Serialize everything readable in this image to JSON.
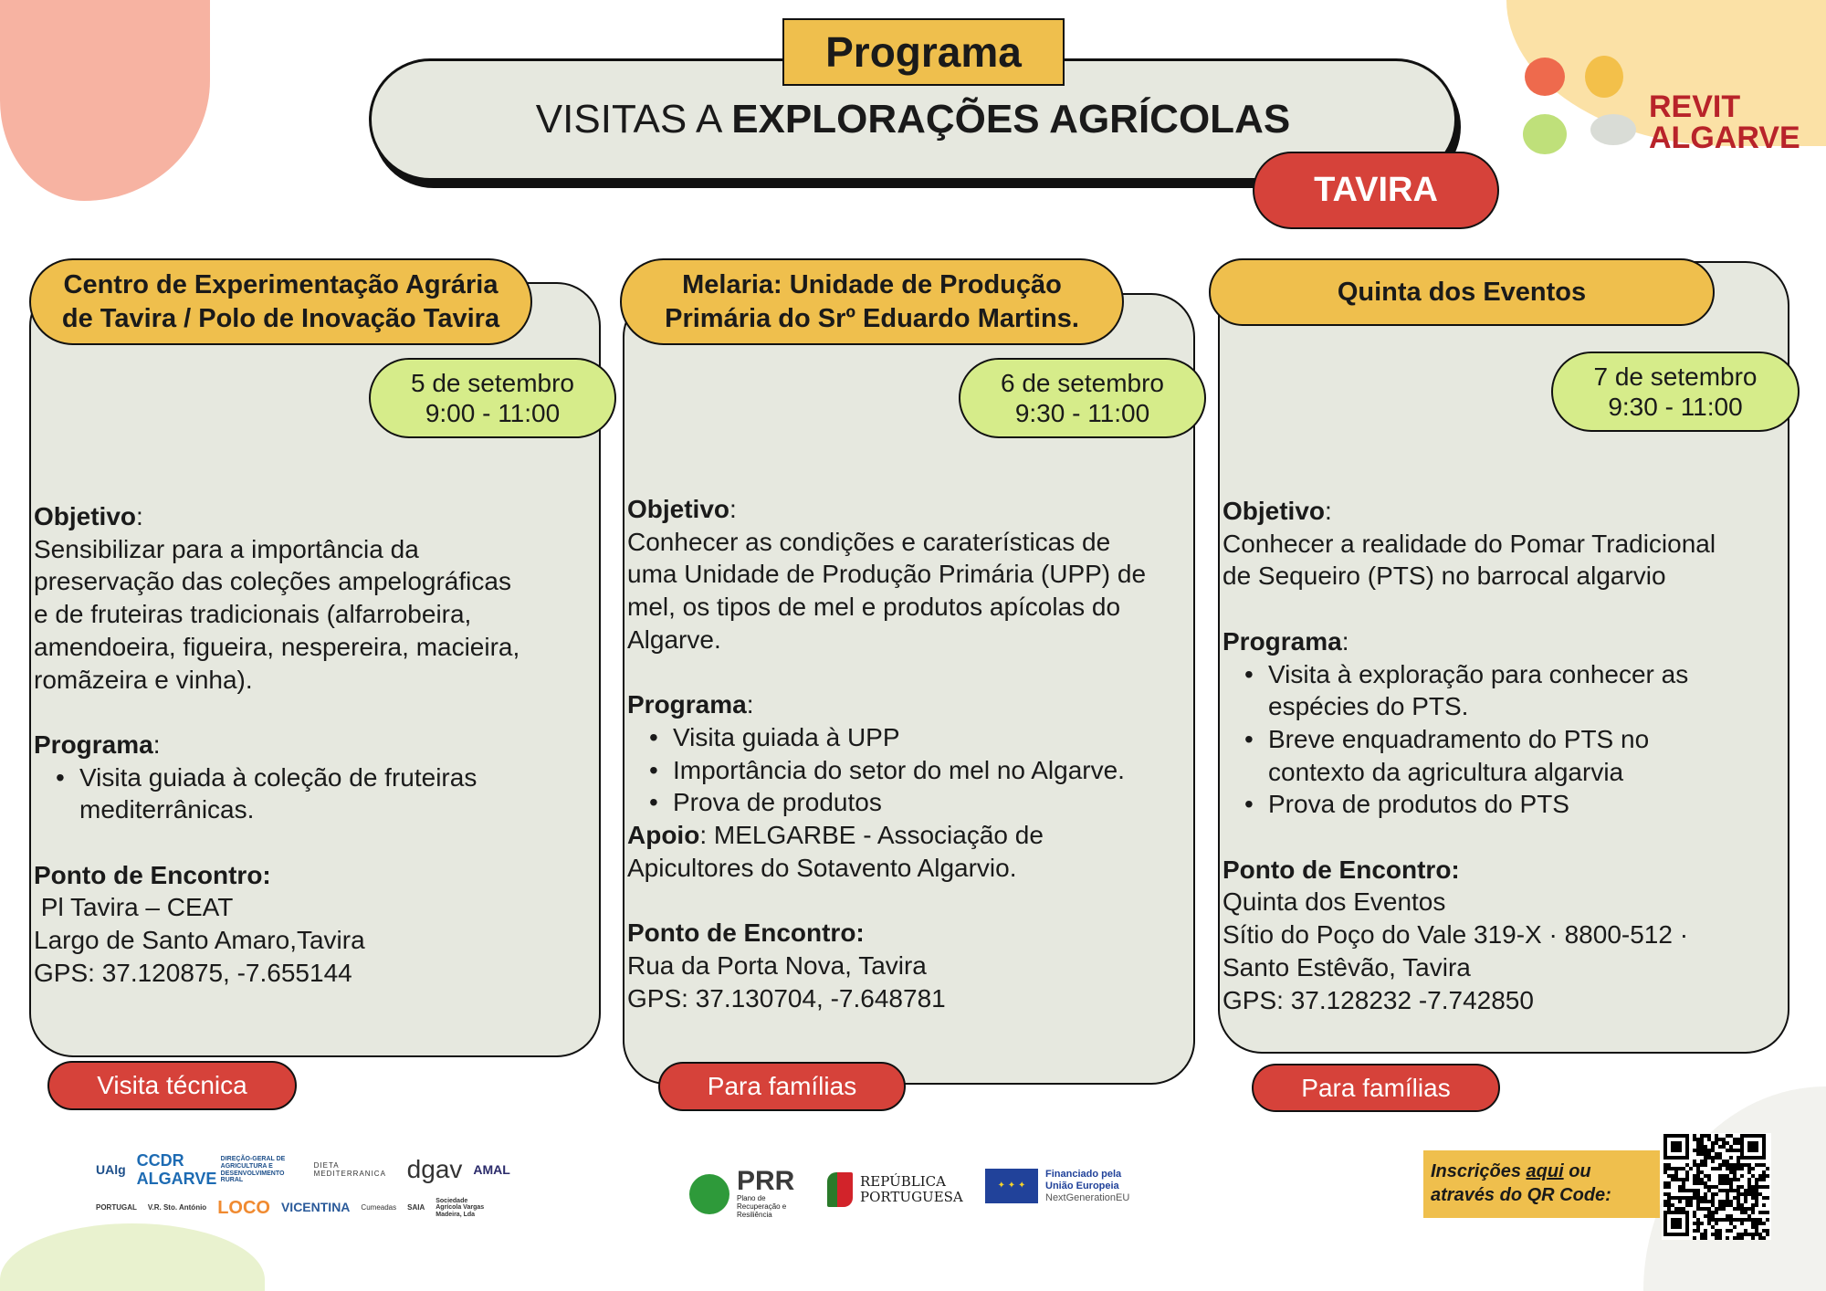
{
  "header": {
    "badge": "Programa",
    "title_light": "VISITAS A ",
    "title_bold": "EXPLORAÇÕES AGRÍCOLAS",
    "location": "TAVIRA"
  },
  "brand": {
    "line1": "REVIT",
    "line2": "ALGARVE",
    "color": "#b8232a"
  },
  "colors": {
    "card": "#e6e8df",
    "title": "#efbf4d",
    "date": "#d6ec8a",
    "tag": "#d6423a"
  },
  "cards": [
    {
      "title": [
        "Centro de Experimentação Agrária",
        "de Tavira / Polo de Inovação Tavira"
      ],
      "date": "5 de setembro",
      "time": "9:00 - 11:00",
      "tag": "Visita técnica",
      "blocks": [
        {
          "head": "Objetivo",
          "lines": [
            "Sensibilizar para a importância da",
            "preservação das coleções ampelográficas",
            "e de fruteiras tradicionais (alfarrobeira,",
            "amendoeira, figueira, nespereira, macieira,",
            "romãzeira e vinha)."
          ]
        },
        {
          "head": "Programa",
          "bullets": [
            [
              "Visita guiada à coleção de fruteiras",
              "mediterrânicas."
            ]
          ]
        },
        {
          "head": "Ponto de Encontro:",
          "lines": [
            " Pl Tavira – CEAT",
            "Largo de Santo Amaro,Tavira",
            "GPS: 37.120875, -7.655144"
          ]
        }
      ]
    },
    {
      "title": [
        "Melaria: Unidade de Produção",
        "Primária do Srº Eduardo Martins."
      ],
      "date": "6 de setembro",
      "time": "9:30 - 11:00",
      "tag": "Para famílias",
      "blocks": [
        {
          "head": "Objetivo",
          "lines": [
            "Conhecer as condições e caraterísticas de",
            "uma Unidade de Produção Primária (UPP) de",
            "mel, os tipos de mel e produtos apícolas do",
            "Algarve."
          ]
        },
        {
          "head": "Programa",
          "bullets": [
            [
              "Visita guiada à UPP"
            ],
            [
              "Importância do setor do mel no Algarve."
            ],
            [
              "Prova de produtos"
            ]
          ],
          "extra_head": "Apoio",
          "extra_lines": [
            "MELGARBE - Associação de",
            "Apicultores do Sotavento Algarvio."
          ]
        },
        {
          "head": "Ponto de Encontro:",
          "lines": [
            "Rua da Porta Nova, Tavira",
            "GPS: 37.130704, -7.648781"
          ]
        }
      ]
    },
    {
      "title": [
        "Quinta dos Eventos"
      ],
      "date": "7 de setembro",
      "time": "9:30 - 11:00",
      "tag": "Para famílias",
      "blocks": [
        {
          "head": "Objetivo",
          "lines": [
            "Conhecer a realidade do Pomar Tradicional",
            "de Sequeiro (PTS) no barrocal algarvio"
          ]
        },
        {
          "head": "Programa",
          "bullets": [
            [
              "Visita à exploração para conhecer as",
              "espécies do PTS."
            ],
            [
              "Breve enquadramento do PTS no",
              "contexto da agricultura algarvia"
            ],
            [
              "Prova de produtos do PTS"
            ]
          ]
        },
        {
          "head": "Ponto de Encontro:",
          "lines": [
            "Quinta dos Eventos",
            "Sítio do Poço do Vale 319-X · 8800-512 ·",
            "Santo Estêvão, Tavira",
            "GPS: 37.128232 -7.742850"
          ]
        }
      ]
    }
  ],
  "footer": {
    "partners": [
      "UAlg",
      "CCDR ALGARVE",
      "DIREÇÃO-GERAL DE AGRICULTURA E DESENVOLVIMENTO RURAL",
      "DIETA MEDITERRANICA",
      "dgav",
      "AMAL",
      "PORTUGAL",
      "V.R. Sto. António",
      "LOCO",
      "VICENTINA",
      "Cumeadas",
      "SAIA",
      "Sociedade Agrícola Vargas Madeira, Lda"
    ],
    "funding": {
      "prr": "PRR",
      "prr_sub": "Plano de Recuperação e Resiliência",
      "republica": "REPÚBLICA PORTUGUESA",
      "eu1": "Financiado pela",
      "eu2": "União Europeia",
      "eu3": "NextGenerationEU"
    },
    "signup_a": "Inscrições ",
    "signup_link": "aqui",
    "signup_b": " ou",
    "signup_c": "através do QR Code:"
  }
}
